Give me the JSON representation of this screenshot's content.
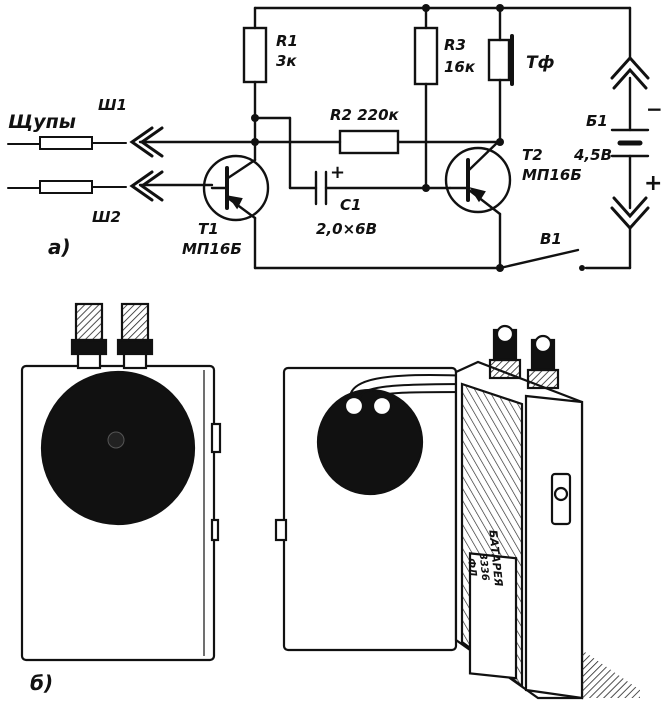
{
  "schematic": {
    "panel_label": "а)",
    "probes_label": "Щупы",
    "sh1": "Ш1",
    "sh2": "Ш2",
    "r1_name": "R1",
    "r1_value": "3к",
    "r3_name": "R3",
    "r3_value": "16к",
    "tf": "Тф",
    "r2": "R2  220к",
    "c1_name": "C1",
    "c1_plus": "+",
    "c1_value": "2,0×6В",
    "t1_name": "T1",
    "t1_type": "МП16Б",
    "t2_name": "T2",
    "t2_type": "МП16Б",
    "b1_name": "Б1",
    "b1_value": "4,5В",
    "b1_minus": "−",
    "b1_plus": "+",
    "v1": "В1"
  },
  "drawing": {
    "panel_label": "б)",
    "battery_text": [
      "БАТАРЕЯ",
      "3336",
      "ФЛ"
    ]
  }
}
